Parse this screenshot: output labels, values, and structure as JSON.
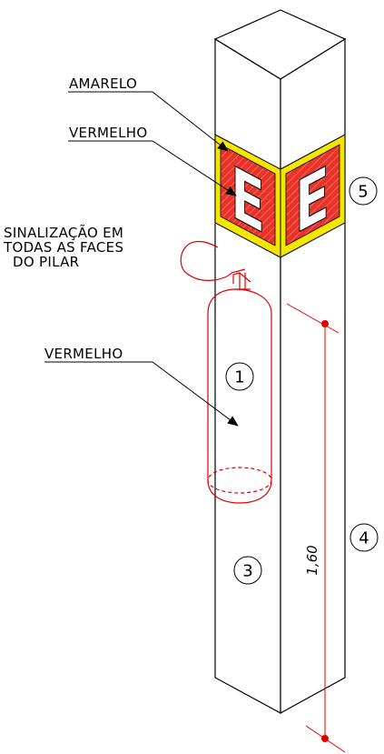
{
  "labels": {
    "amarelo": "AMARELO",
    "vermelho_top": "VERMELHO",
    "sinalizacao_line1": "SINALIZAÇÃO EM",
    "sinalizacao_line2": "TODAS AS FACES",
    "sinalizacao_line3": "DO PILAR",
    "vermelho_cylinder": "VERMELHO"
  },
  "callouts": {
    "c1": "1",
    "c3": "3",
    "c4": "4",
    "c5": "5"
  },
  "sign": {
    "letter_left": "E",
    "letter_right": "E"
  },
  "dimension": {
    "height": "1,60"
  },
  "colors": {
    "sign_red": "#e8332a",
    "sign_yellow": "#f4e600",
    "extinguisher_red": "#e00000",
    "line": "#000000"
  }
}
